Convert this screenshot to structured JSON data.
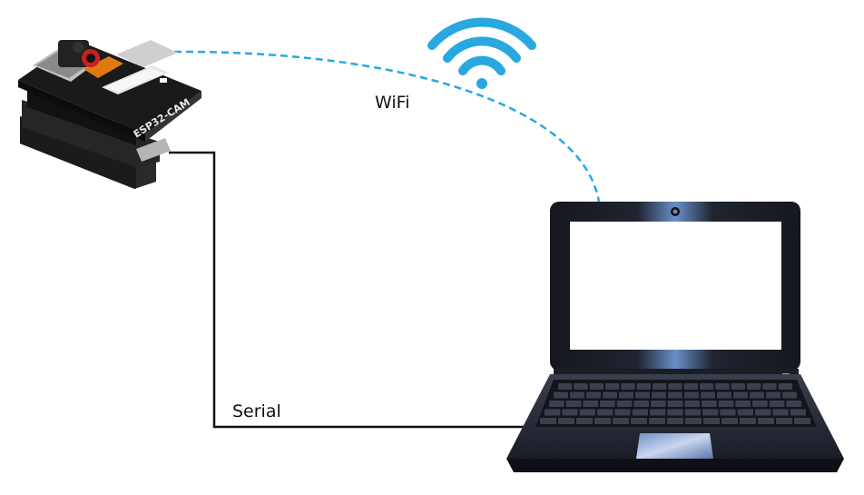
{
  "labels": {
    "wifi": "WiFi",
    "serial": "Serial"
  },
  "board": {
    "silkscreen": "ESP32-CAM"
  },
  "colors": {
    "wifi_link": "#29a8e0",
    "wifi_icon": "#29a8e0",
    "serial_cable": "#111111",
    "laptop_body": "#1c1e26",
    "screen": "#ffffff",
    "board_pcb": "#1a1a1a",
    "power_led": "#3ddc62"
  },
  "icons": {
    "wifi": "wifi-icon",
    "board": "esp32-cam-board",
    "laptop": "laptop"
  }
}
